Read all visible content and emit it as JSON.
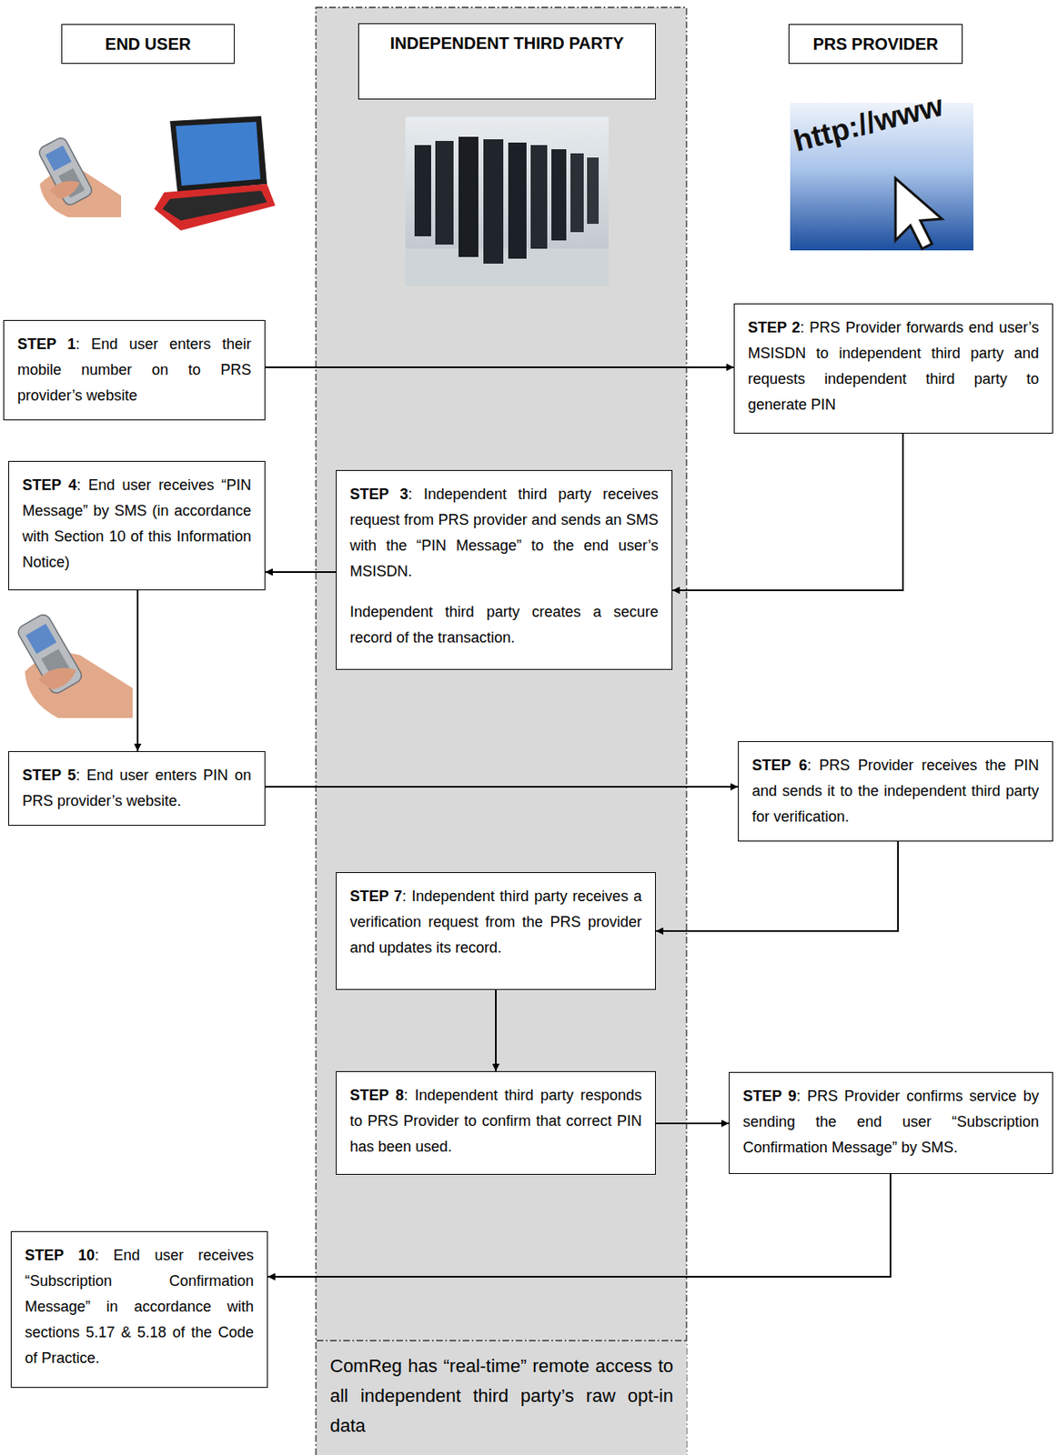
{
  "diagram": {
    "nodes": [
      {
        "text": [
          "END USER"
        ]
      },
      {
        "text": [
          "INDEPENDENT THIRD PARTY"
        ]
      },
      {
        "text": [
          "PRS PROVIDER"
        ]
      },
      {
        "text": [
          "STEP 1",
          ": End user enters their mobile number on to PRS provider’s website"
        ]
      },
      {
        "text": [
          "STEP 2",
          ": PRS Provider forwards end user’s MSISDN to independent third party and requests independent third party to generate PIN"
        ]
      },
      {
        "text": [
          "STEP 3",
          ": Independent third party receives request from PRS provider and sends an SMS with the “PIN Message” to the end user’s MSISDN.",
          "Independent third party creates a secure record of the transaction."
        ]
      },
      {
        "text": [
          "STEP 4",
          ": End user receives “PIN Message” by SMS (in accordance with Section 10 of this Information Notice)"
        ]
      },
      {
        "text": [
          "STEP 5",
          ": End user enters PIN on PRS provider’s website."
        ]
      },
      {
        "text": [
          "STEP 6",
          ": PRS Provider receives the PIN and sends it to the independent third party for verification."
        ]
      },
      {
        "text": [
          "STEP 7",
          ": Independent third party receives a verification request from the PRS provider and updates its record."
        ]
      },
      {
        "text": [
          "STEP 8",
          ": Independent third party responds to PRS Provider to confirm that correct PIN has been used."
        ]
      },
      {
        "text": [
          "STEP 9",
          ": PRS Provider confirms service by sending the end user “Subscription Confirmation Message” by SMS."
        ]
      },
      {
        "text": [
          "STEP 10",
          ": End user receives “Subscription Confirmation Message” in accordance with sections 5.17 & 5.18 of the Code of Practice."
        ]
      },
      {
        "text": [
          "ComReg has “real-time” remote access to all independent third party’s raw opt-in data"
        ]
      }
    ],
    "edges": [
      {
        "from": 3,
        "to": 4,
        "arrow": "to"
      },
      {
        "from": 4,
        "to": 5,
        "arrow": "to"
      },
      {
        "from": 5,
        "to": 6,
        "arrow": "to"
      },
      {
        "from": 6,
        "to": 7,
        "arrow": "to"
      },
      {
        "from": 7,
        "to": 8,
        "arrow": "to"
      },
      {
        "from": 8,
        "to": 9,
        "arrow": "to"
      },
      {
        "from": 9,
        "to": 10,
        "arrow": "to"
      },
      {
        "from": 10,
        "to": 11,
        "arrow": "to"
      },
      {
        "from": 11,
        "to": 12,
        "arrow": "to"
      }
    ],
    "labels": [
      "http://www"
    ]
  }
}
